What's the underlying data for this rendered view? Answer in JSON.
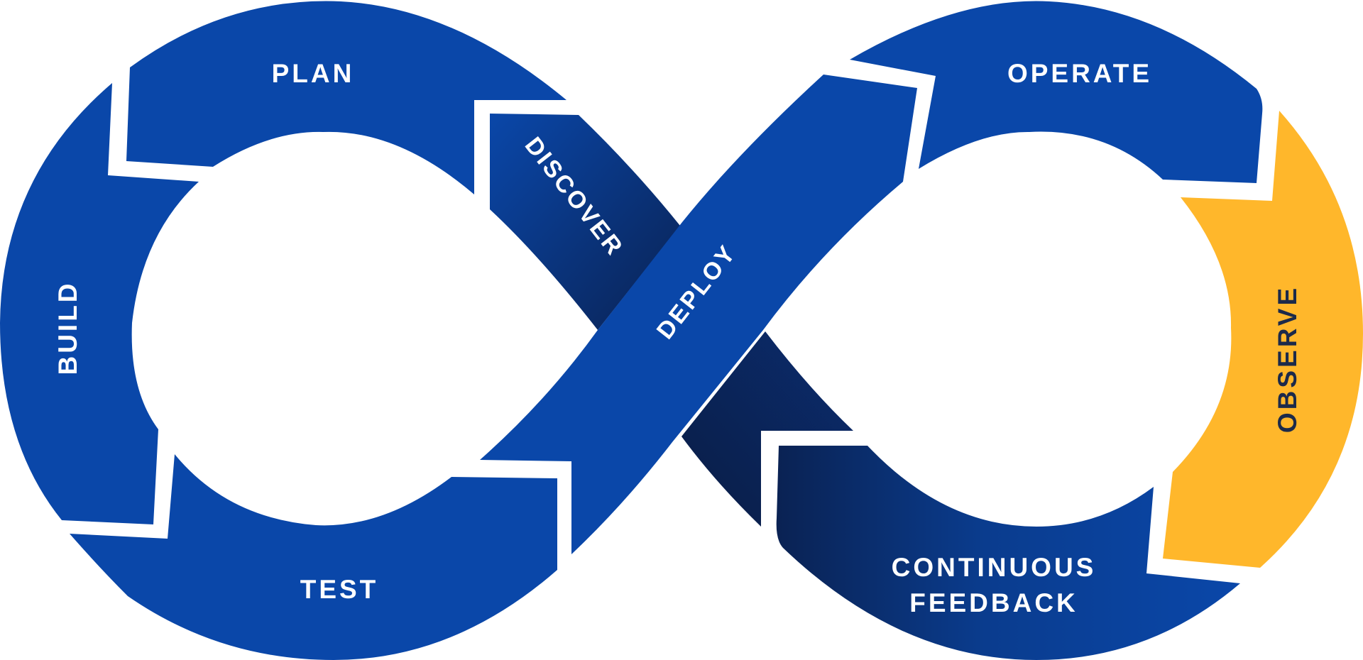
{
  "diagram": {
    "title": "DevOps infinity loop",
    "colors": {
      "primary_blue": "#0A47A9",
      "dark_blue": "#0A2253",
      "observe_yellow": "#FFB72B",
      "label_light": "#FFFFFF",
      "label_dark": "#1C2A4A",
      "background": "#FFFFFF"
    },
    "segments": {
      "plan": "PLAN",
      "discover": "DISCOVER",
      "deploy": "DEPLOY",
      "operate": "OPERATE",
      "observe": "OBSERVE",
      "continuous_feedback_line1": "CONTINUOUS",
      "continuous_feedback_line2": "FEEDBACK",
      "test": "TEST",
      "build": "BUILD"
    }
  }
}
